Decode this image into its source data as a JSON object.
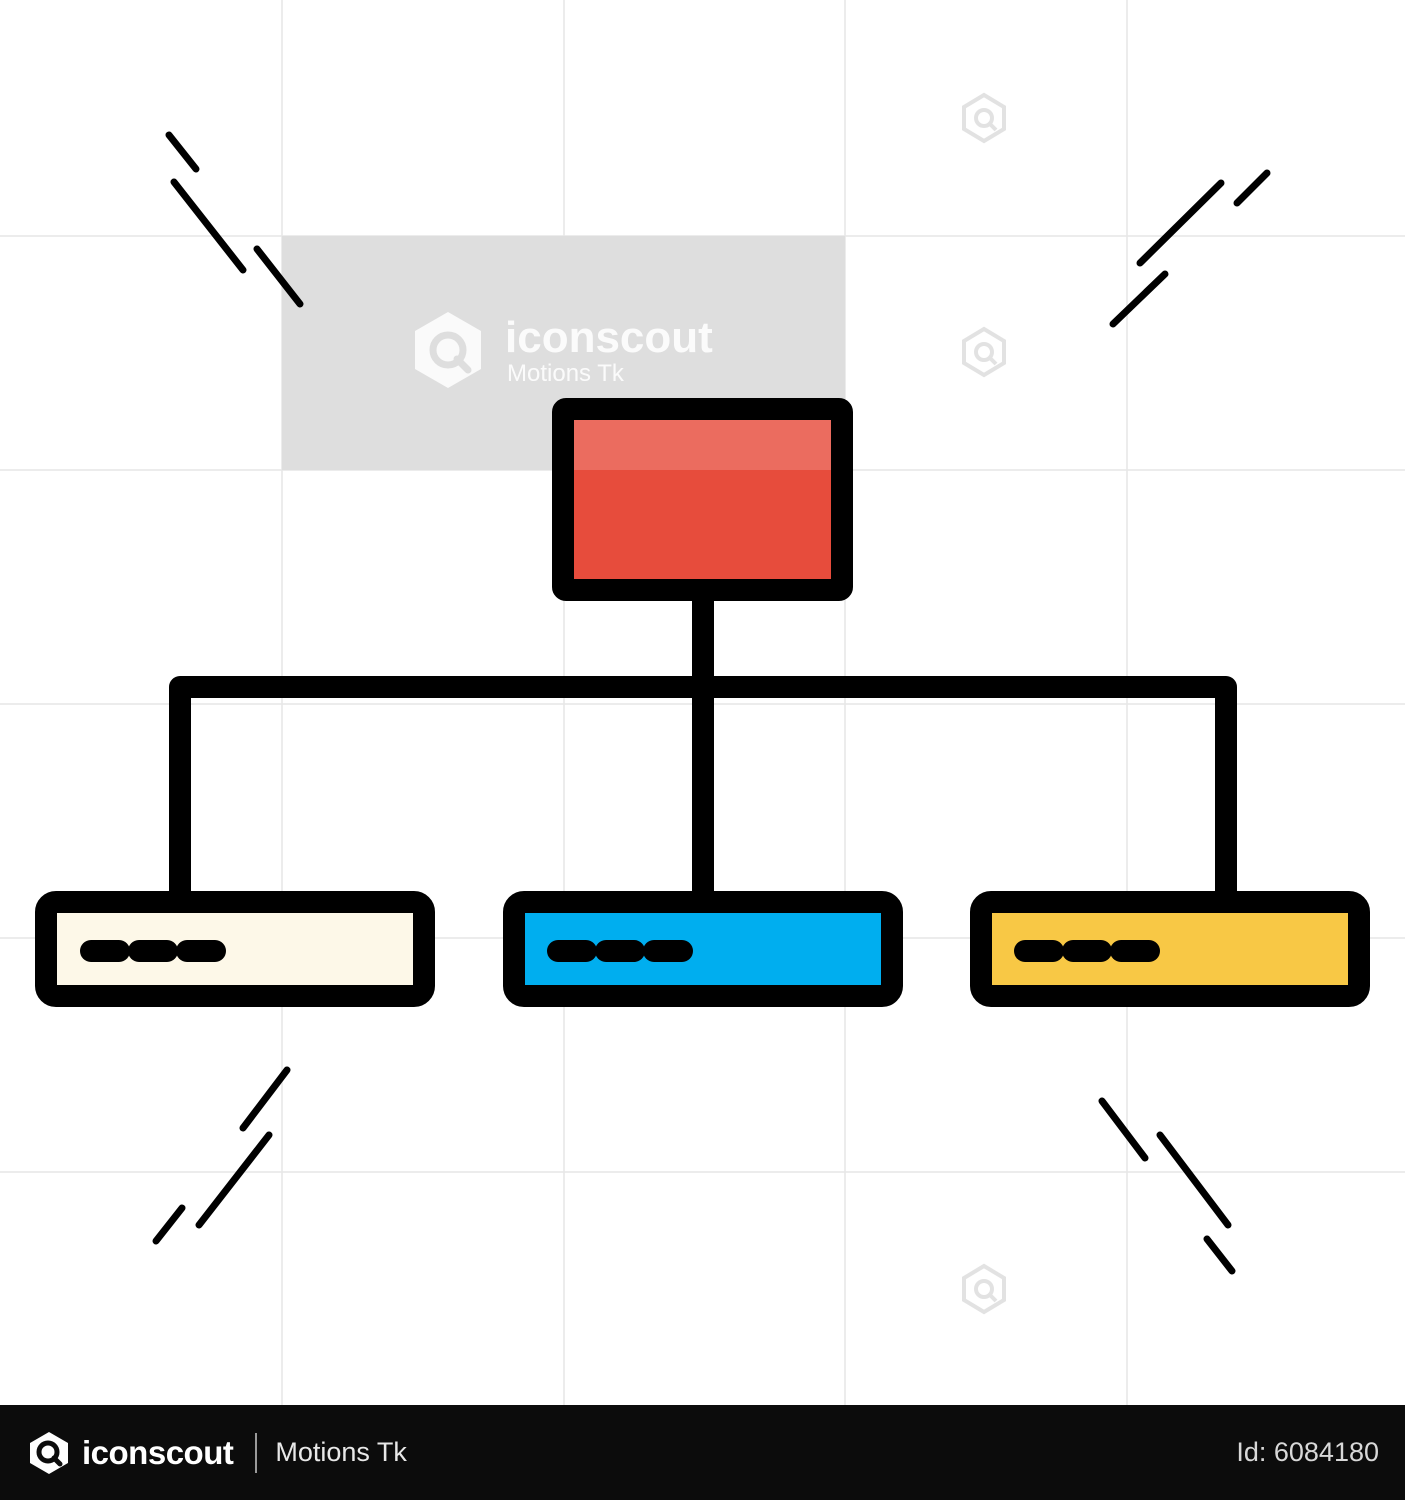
{
  "watermark": {
    "brand": "iconscout",
    "author": "Motions Tk"
  },
  "footer": {
    "brand": "iconscout",
    "author": "Motions Tk",
    "asset_id": "Id: 6084180"
  },
  "colors": {
    "root_fill": "#E74C3C",
    "left_fill": "#FDF8E8",
    "center_fill": "#00AEEF",
    "right_fill": "#F8C845",
    "stroke": "#000000",
    "grid": "#e6e6e6",
    "watermark_box": "#dedede",
    "footer_bg": "#0c0c0c"
  },
  "icons": [
    "iconscout-logo-icon",
    "search-mark-icon"
  ]
}
